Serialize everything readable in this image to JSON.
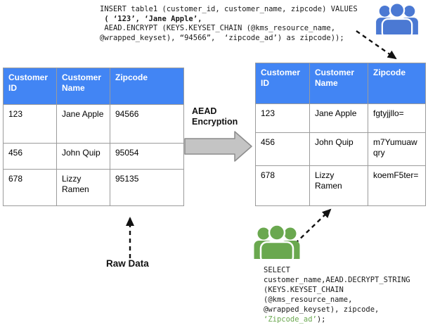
{
  "insert_sql": {
    "line1": "INSERT table1 (customer_id, customer_name, zipcode) VALUES",
    "line2": " ( ‘123’, ‘Jane Apple’,",
    "line3": " AEAD.ENCRYPT (KEYS.KEYSET_CHAIN (@kms_resource_name,",
    "line4": "@wrapped_keyset), “94566”,  ‘zipcode_ad’) as zipcode));"
  },
  "select_sql": {
    "line1": "SELECT",
    "line2": "customer_name,AEAD.DECRYPT_STRING",
    "line3": "(KEYS.KEYSET_CHAIN",
    "line4": "(@kms_resource_name,",
    "line5": "@wrapped_keyset), zipcode,",
    "line6_highlight": "‘Zipcode_ad’",
    "line6_rest": ");"
  },
  "raw_table": {
    "headers": [
      "Customer ID",
      "Customer Name",
      "Zipcode"
    ],
    "rows": [
      [
        "123",
        "Jane Apple",
        "94566"
      ],
      [
        "456",
        "John Quip",
        "95054"
      ],
      [
        "678",
        "Lizzy Ramen",
        "95135"
      ]
    ]
  },
  "encrypted_table": {
    "headers": [
      "Customer ID",
      "Customer Name",
      "Zipcode"
    ],
    "rows": [
      [
        "123",
        "Jane Apple",
        "fgtyjjllo="
      ],
      [
        "456",
        "John Quip",
        "m7Yumuawqry"
      ],
      [
        "678",
        "Lizzy Ramen",
        "koemF5ter="
      ]
    ]
  },
  "labels": {
    "transform": "AEAD Encryption",
    "raw_data": "Raw Data"
  },
  "icons": {
    "top_right": "people-group-icon",
    "bottom_middle": "people-group-icon"
  },
  "colors": {
    "table_header_blue": "#4285f4",
    "people_icon_blue": "#4b79d3",
    "people_icon_green": "#6aa84f",
    "sql_highlight_green": "#6aa84f",
    "block_arrow_gray": "#c4c4c4"
  }
}
